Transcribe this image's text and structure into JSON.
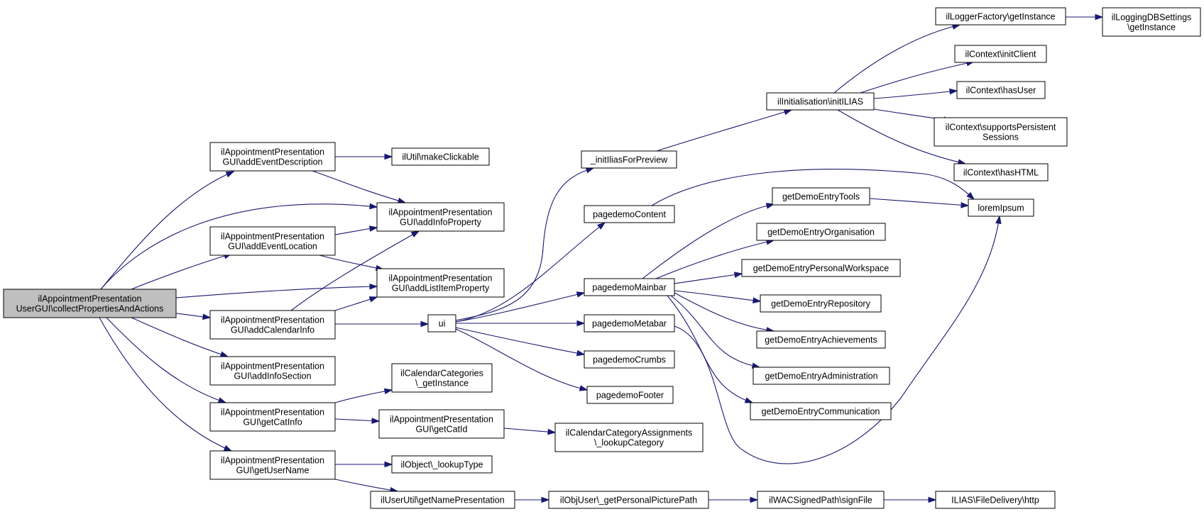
{
  "nodes": [
    {
      "id": "root",
      "lines": [
        "ilAppointmentPresentation",
        "UserGUI\\collectPropertiesAndActions"
      ],
      "root": true
    },
    {
      "id": "addEventDescription",
      "lines": [
        "ilAppointmentPresentation",
        "GUI\\addEventDescription"
      ]
    },
    {
      "id": "addEventLocation",
      "lines": [
        "ilAppointmentPresentation",
        "GUI\\addEventLocation"
      ]
    },
    {
      "id": "addCalendarInfo",
      "lines": [
        "ilAppointmentPresentation",
        "GUI\\addCalendarInfo"
      ]
    },
    {
      "id": "addInfoSection",
      "lines": [
        "ilAppointmentPresentation",
        "GUI\\addInfoSection"
      ]
    },
    {
      "id": "getCatInfo",
      "lines": [
        "ilAppointmentPresentation",
        "GUI\\getCatInfo"
      ]
    },
    {
      "id": "getUserName",
      "lines": [
        "ilAppointmentPresentation",
        "GUI\\getUserName"
      ]
    },
    {
      "id": "makeClickable",
      "lines": [
        "ilUtil\\makeClickable"
      ]
    },
    {
      "id": "addInfoProperty",
      "lines": [
        "ilAppointmentPresentation",
        "GUI\\addInfoProperty"
      ]
    },
    {
      "id": "addListItemProperty",
      "lines": [
        "ilAppointmentPresentation",
        "GUI\\addListItemProperty"
      ]
    },
    {
      "id": "calCatGetInstance",
      "lines": [
        "ilCalendarCategories",
        "\\_getInstance"
      ]
    },
    {
      "id": "getCatId",
      "lines": [
        "ilAppointmentPresentation",
        "GUI\\getCatId"
      ]
    },
    {
      "id": "lookupType",
      "lines": [
        "ilObject\\_lookupType"
      ]
    },
    {
      "id": "getNamePresentation",
      "lines": [
        "ilUserUtil\\getNamePresentation"
      ]
    },
    {
      "id": "ui",
      "lines": [
        "ui"
      ]
    },
    {
      "id": "lookupCategory",
      "lines": [
        "ilCalendarCategoryAssignments",
        "\\_lookupCategory"
      ]
    },
    {
      "id": "getPersonalPicturePath",
      "lines": [
        "ilObjUser\\_getPersonalPicturePath"
      ]
    },
    {
      "id": "initIliasForPreview",
      "lines": [
        "_initIliasForPreview"
      ]
    },
    {
      "id": "pagedemoContent",
      "lines": [
        "pagedemoContent"
      ]
    },
    {
      "id": "pagedemoMainbar",
      "lines": [
        "pagedemoMainbar"
      ]
    },
    {
      "id": "pagedemoMetabar",
      "lines": [
        "pagedemoMetabar"
      ]
    },
    {
      "id": "pagedemoCrumbs",
      "lines": [
        "pagedemoCrumbs"
      ]
    },
    {
      "id": "pagedemoFooter",
      "lines": [
        "pagedemoFooter"
      ]
    },
    {
      "id": "signFile",
      "lines": [
        "ilWACSignedPath\\signFile"
      ]
    },
    {
      "id": "initILIAS",
      "lines": [
        "ilInitialisation\\initILIAS"
      ]
    },
    {
      "id": "getDemoEntryTools",
      "lines": [
        "getDemoEntryTools"
      ]
    },
    {
      "id": "getDemoEntryOrganisation",
      "lines": [
        "getDemoEntryOrganisation"
      ]
    },
    {
      "id": "getDemoEntryPersonalWorkspace",
      "lines": [
        "getDemoEntryPersonalWorkspace"
      ]
    },
    {
      "id": "getDemoEntryRepository",
      "lines": [
        "getDemoEntryRepository"
      ]
    },
    {
      "id": "getDemoEntryAchievements",
      "lines": [
        "getDemoEntryAchievements"
      ]
    },
    {
      "id": "getDemoEntryAdministration",
      "lines": [
        "getDemoEntryAdministration"
      ]
    },
    {
      "id": "getDemoEntryCommunication",
      "lines": [
        "getDemoEntryCommunication"
      ]
    },
    {
      "id": "http",
      "lines": [
        "ILIAS\\FileDelivery\\http"
      ]
    },
    {
      "id": "loggerFactory",
      "lines": [
        "ilLoggerFactory\\getInstance"
      ]
    },
    {
      "id": "initClient",
      "lines": [
        "ilContext\\initClient"
      ]
    },
    {
      "id": "hasUser",
      "lines": [
        "ilContext\\hasUser"
      ]
    },
    {
      "id": "supportsPersistentSessions",
      "lines": [
        "ilContext\\supportsPersistent",
        "Sessions"
      ]
    },
    {
      "id": "hasHTML",
      "lines": [
        "ilContext\\hasHTML"
      ]
    },
    {
      "id": "loremIpsum",
      "lines": [
        "loremIpsum"
      ]
    },
    {
      "id": "loggingDBSettings",
      "lines": [
        "ilLoggingDBSettings",
        "\\getInstance"
      ]
    }
  ]
}
